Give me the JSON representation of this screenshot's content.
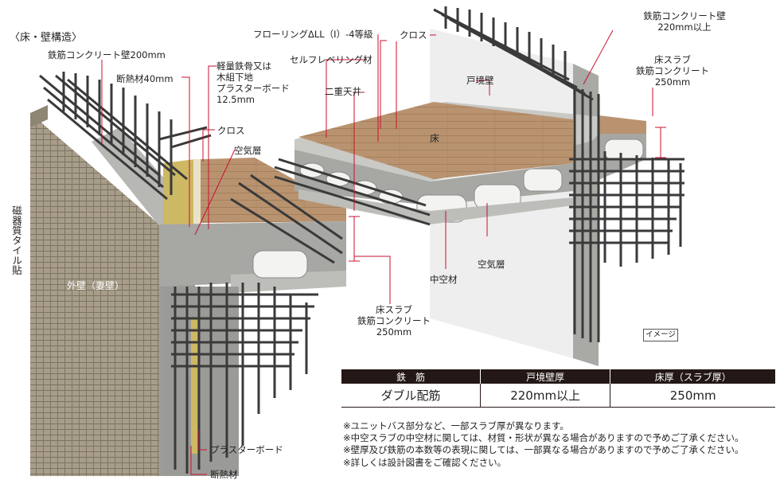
{
  "title": "〈床・壁構造〉",
  "vertical_label": "磁器質タイル貼",
  "labels": {
    "wall200": "鉄筋コンクリート壁200mm",
    "insul40": "断熱材40mm",
    "lgs": [
      "軽量鉄骨又は",
      "木組下地",
      "プラスターボード",
      "12.5mm"
    ],
    "cross_left": "クロス",
    "air_left": "空気層",
    "exterior": "外壁（妻壁）",
    "plaster_bottom": "プラスターボード",
    "insul_bottom": "断熱材",
    "slab_left": [
      "床スラブ",
      "鉄筋コンクリート",
      "250mm"
    ],
    "flooring": "フローリングΔLL（Ⅰ）-4等級",
    "leveling": "セルフレベリング材",
    "double_ceiling": "二重天井",
    "cross_top": "クロス",
    "party_wall": "戸境壁",
    "floor": "床",
    "hollow": "中空材",
    "air_mid": "空気層",
    "wall220": [
      "鉄筋コンクリート壁",
      "220mm以上"
    ],
    "slab_right": [
      "床スラブ",
      "鉄筋コンクリート",
      "250mm"
    ],
    "image_tag": "イメージ"
  },
  "table": {
    "headers": [
      "鉄　筋",
      "戸境壁厚",
      "床厚（スラブ厚）"
    ],
    "row": [
      "ダブル配筋",
      "220mm以上",
      "250mm"
    ]
  },
  "notes": [
    "※ユニットバス部分など、一部スラブ厚が異なります。",
    "※中空スラブの中空材に関しては、材質・形状が異なる場合がありますので予めご了承ください。",
    "※壁厚及び鉄筋の本数等の表現に関しては、一部異なる場合がありますので予めご了承ください。",
    "※詳しくは設計図書をご確認ください。"
  ],
  "colors": {
    "leader": "#c8102e",
    "concrete": "#a7a7a4",
    "wood": "#b8906a",
    "tile": "#a59a86",
    "rebar": "#3a3a3a"
  }
}
